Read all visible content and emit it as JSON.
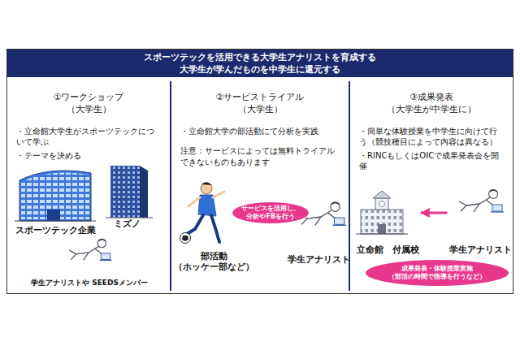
{
  "diagram": {
    "nodes": [
      {
        "text": [
          "スポーツテックを活用できる大学生アナリストを育成する",
          "大学生が学んだものを中学生に還元する"
        ]
      },
      {
        "text": [
          "①ワークショップ",
          "（大学生）",
          "・立命館大学生がスポーツテックについて学ぶ",
          "・テーマを決める"
        ]
      },
      {
        "text": [
          "スポーツテック企業"
        ],
        "in": 1
      },
      {
        "text": [
          "ミズノ"
        ],
        "in": 1
      },
      {
        "text": [
          "学生アナリストや SEEDSメンバー"
        ],
        "in": 1
      },
      {
        "text": [
          "②サービストライアル",
          "（大学生）",
          "・立命館大学の部活動にて分析を実践",
          "注意：サービスによっては無料トライアルできないものもあります"
        ]
      },
      {
        "text": [
          "部活動 （ホッケー部など）"
        ],
        "in": 5
      },
      {
        "text": [
          "学生アナリスト"
        ],
        "in": 5
      },
      {
        "text": [
          "③成果発表",
          "（大学生が中学生に）",
          "・簡単な体験授業を中学生に向けて行う（競技種目によって内容は異なる）",
          "・RINCもしくはOICで成果発表会を開催"
        ]
      },
      {
        "text": [
          "立命館　付属校"
        ],
        "in": 8
      },
      {
        "text": [
          "学生アナリスト"
        ],
        "in": 8
      },
      {
        "text": [
          "成果発表・体験授業実施 （部活の時間で指導を行うなど）"
        ],
        "in": 8
      }
    ],
    "edges": [
      {
        "from": 7,
        "to": 6,
        "arrow": "to",
        "label": "サービスを活用し、分析やFBを行う"
      },
      {
        "from": 10,
        "to": 9,
        "arrow": "to"
      }
    ]
  }
}
